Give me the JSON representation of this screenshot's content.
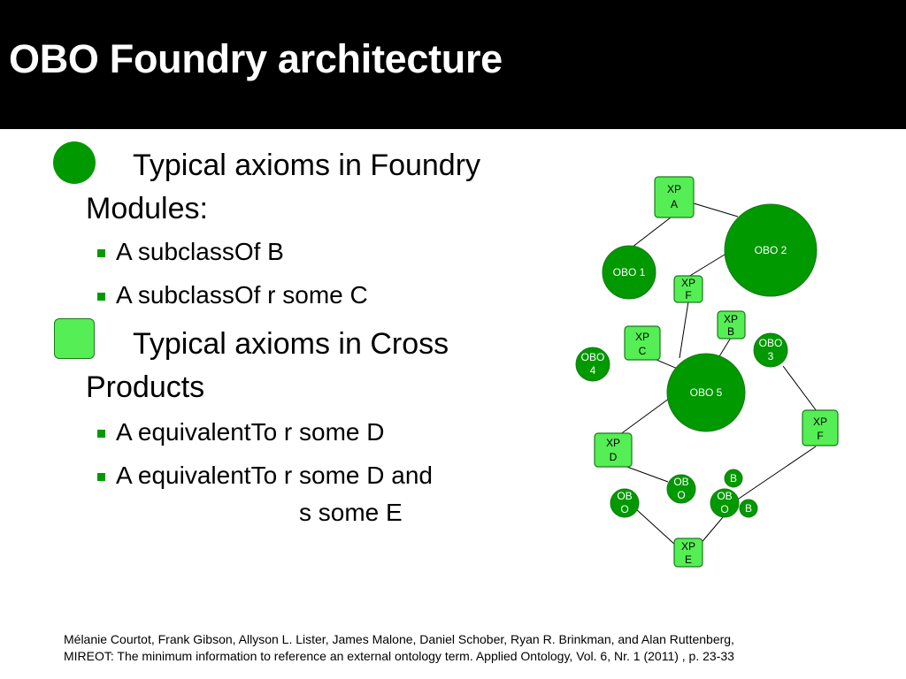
{
  "title": "OBO Foundry architecture",
  "sections": [
    {
      "heading_line1": "Typical axioms in Foundry",
      "heading_line2": "Modules:",
      "bullets": [
        "A subclassOf B",
        "A subclassOf r some C"
      ]
    },
    {
      "heading_line1": "Typical axioms in Cross",
      "heading_line2": "Products",
      "bullets": [
        "A equivalentTo r some D",
        "A equivalentTo r some D and"
      ],
      "continuation": "s some E"
    }
  ],
  "diagram": {
    "nodes": {
      "xp_a": [
        "XP",
        "A"
      ],
      "obo2": [
        "OBO 2"
      ],
      "obo1": [
        "OBO 1"
      ],
      "xp_f_top": [
        "XP",
        "F"
      ],
      "xp_b": [
        "XP",
        "B"
      ],
      "xp_c": [
        "XP",
        "C"
      ],
      "obo3": [
        "OBO",
        "3"
      ],
      "obo4": [
        "OBO",
        "4"
      ],
      "obo5": [
        "OBO 5"
      ],
      "xp_f_right": [
        "XP",
        "F"
      ],
      "xp_d": [
        "XP",
        "D"
      ],
      "b_top": [
        "B"
      ],
      "obo_mid": [
        "OB",
        "O"
      ],
      "obo_left": [
        "OB",
        "O"
      ],
      "obo_right": [
        "OB",
        "O"
      ],
      "b_right": [
        "B"
      ],
      "xp_e": [
        "XP",
        "E"
      ]
    }
  },
  "citation_line1": "Mélanie Courtot, Frank Gibson, Allyson L. Lister, James Malone, Daniel Schober, Ryan R. Brinkman, and Alan Ruttenberg,",
  "citation_line2": "MIREOT: The minimum information to reference an external ontology term. Applied Ontology, Vol. 6, Nr. 1 (2011) , p. 23-33",
  "colors": {
    "title_bar": "#000000",
    "title_text": "#ffffff",
    "module_green": "#009900",
    "cross_product_green": "#55ee55",
    "bullet": "#009900"
  }
}
